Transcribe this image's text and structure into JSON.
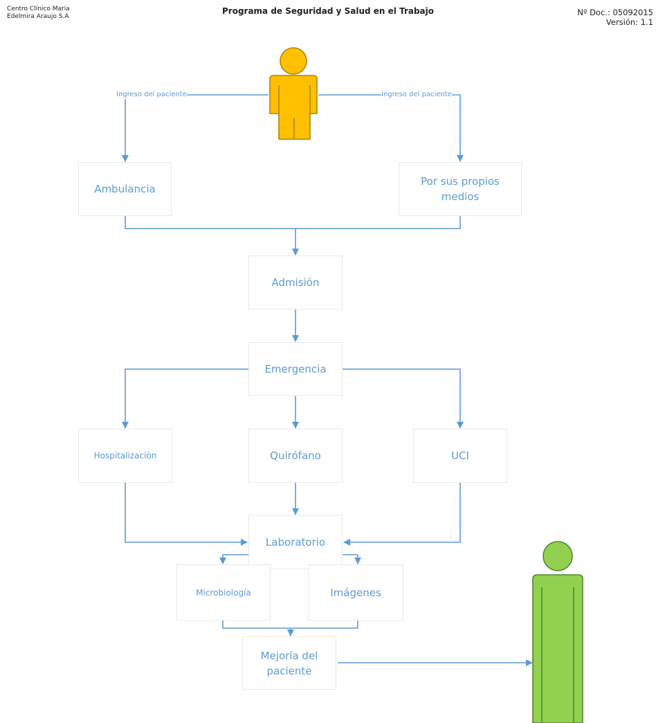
{
  "header": {
    "org_line1": "Centro Clínico Maria",
    "org_line2": "Edelmira Araujo S.A",
    "title": "Programa de Seguridad y Salud en el Trabajo",
    "doc_number": "Nº Doc.: 05092015",
    "version": "Versión: 1.1"
  },
  "diagram": {
    "entry_label_left": "Ingreso del paciente",
    "entry_label_right": "Ingreso del paciente",
    "nodes": {
      "ambulancia": "Ambulancia",
      "propios_medios": "Por sus propios medios",
      "admision": "Admisión",
      "emergencia": "Emergencia",
      "hospitalizacion": "Hospitalizaciòn",
      "quirofano": "Quirófano",
      "uci": "UCI",
      "laboratorio": "Laboratorio",
      "microbiologia": "Microbiología",
      "imagenes": "Imágenes",
      "mejoria": "Mejoría del paciente"
    },
    "colors": {
      "node_text": "#5b9bd5",
      "connector": "#5b9bd5",
      "node_border": "#e8e8e8",
      "person_entry_fill": "#ffc000",
      "person_entry_outline": "#b08400",
      "person_exit_fill": "#92d050",
      "person_exit_outline": "#4e8b26"
    },
    "icons": {
      "entry": "person-icon",
      "exit": "person-icon"
    }
  }
}
